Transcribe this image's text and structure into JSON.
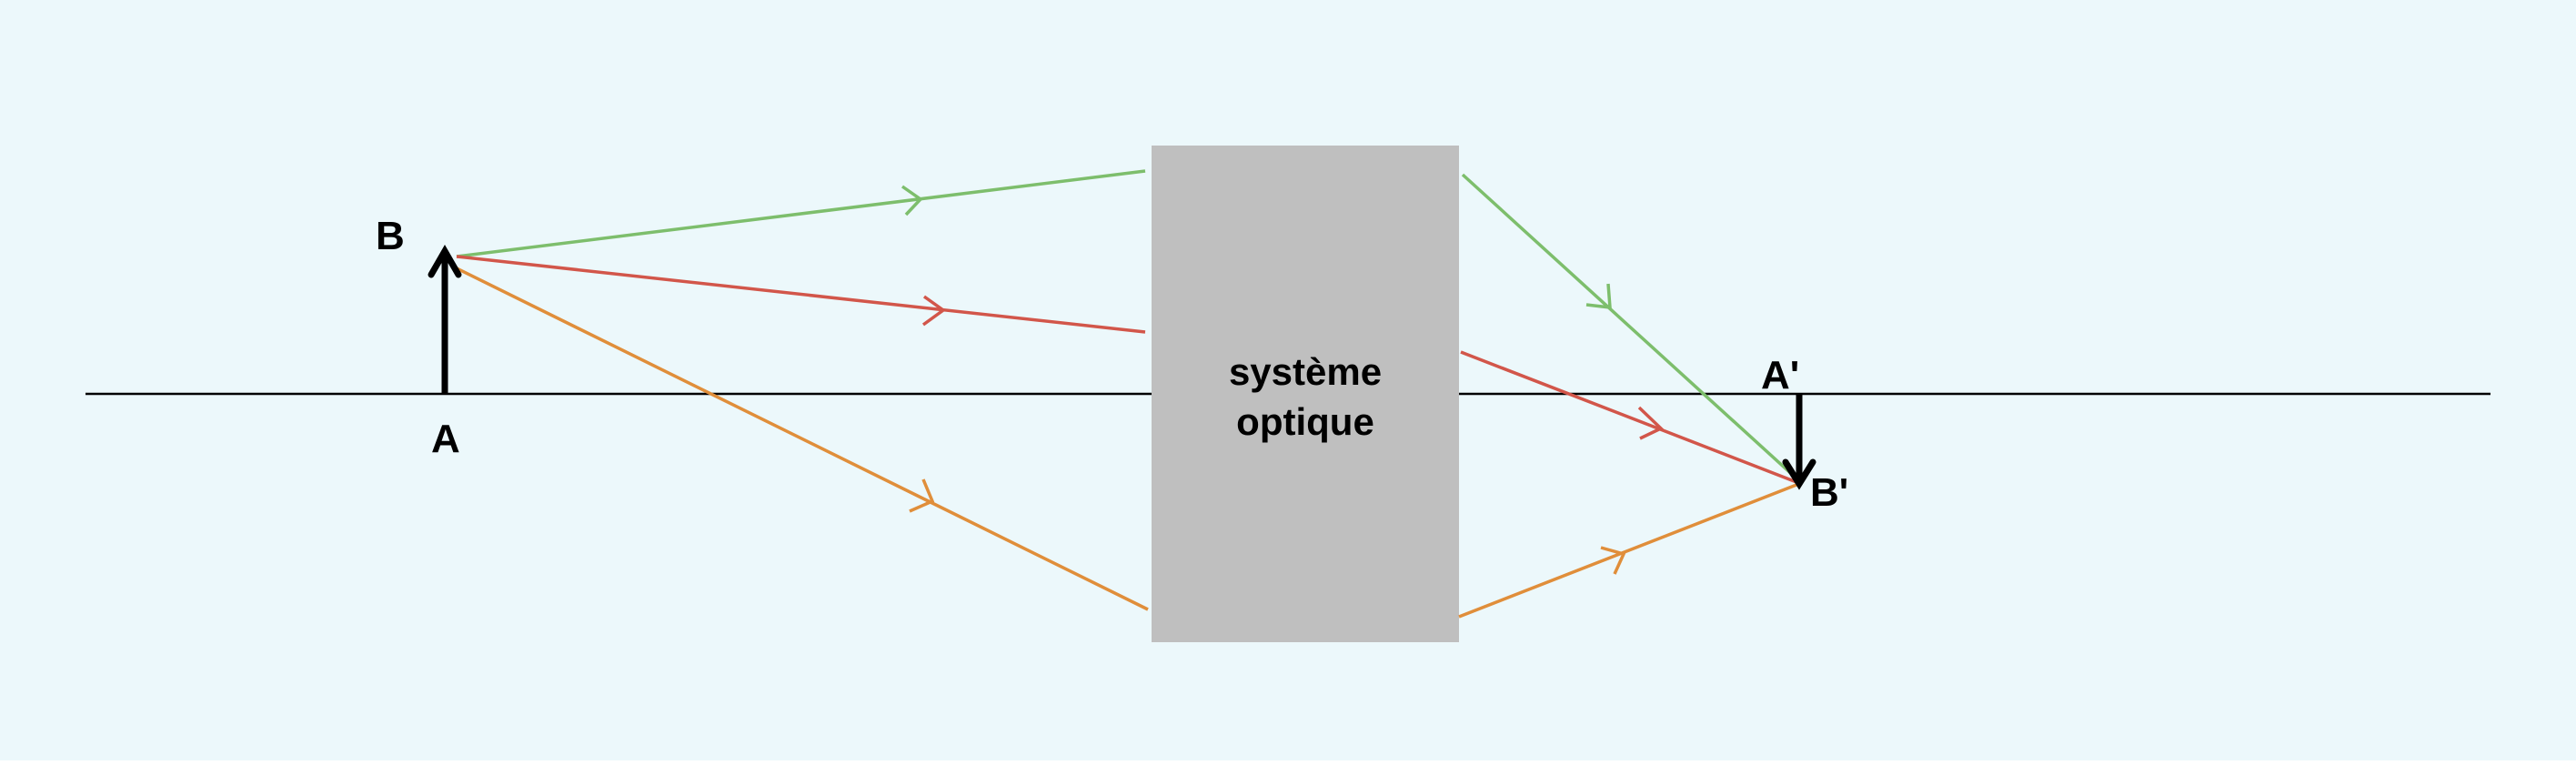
{
  "colors": {
    "background": "#ecf8fb",
    "axis": "#000000",
    "arrow": "#000000",
    "box": "#bfbfbf",
    "ray_green": "#7dbe6c",
    "ray_red": "#d2564a",
    "ray_orange": "#e08e3a"
  },
  "labels": {
    "object_foot": "A",
    "object_tip": "B",
    "image_foot": "A'",
    "image_tip": "B'"
  },
  "optical_system": {
    "line1": "système",
    "line2": "optique"
  },
  "rays": [
    {
      "name": "green",
      "color_key": "ray_green"
    },
    {
      "name": "red",
      "color_key": "ray_red"
    },
    {
      "name": "orange",
      "color_key": "ray_orange"
    }
  ]
}
